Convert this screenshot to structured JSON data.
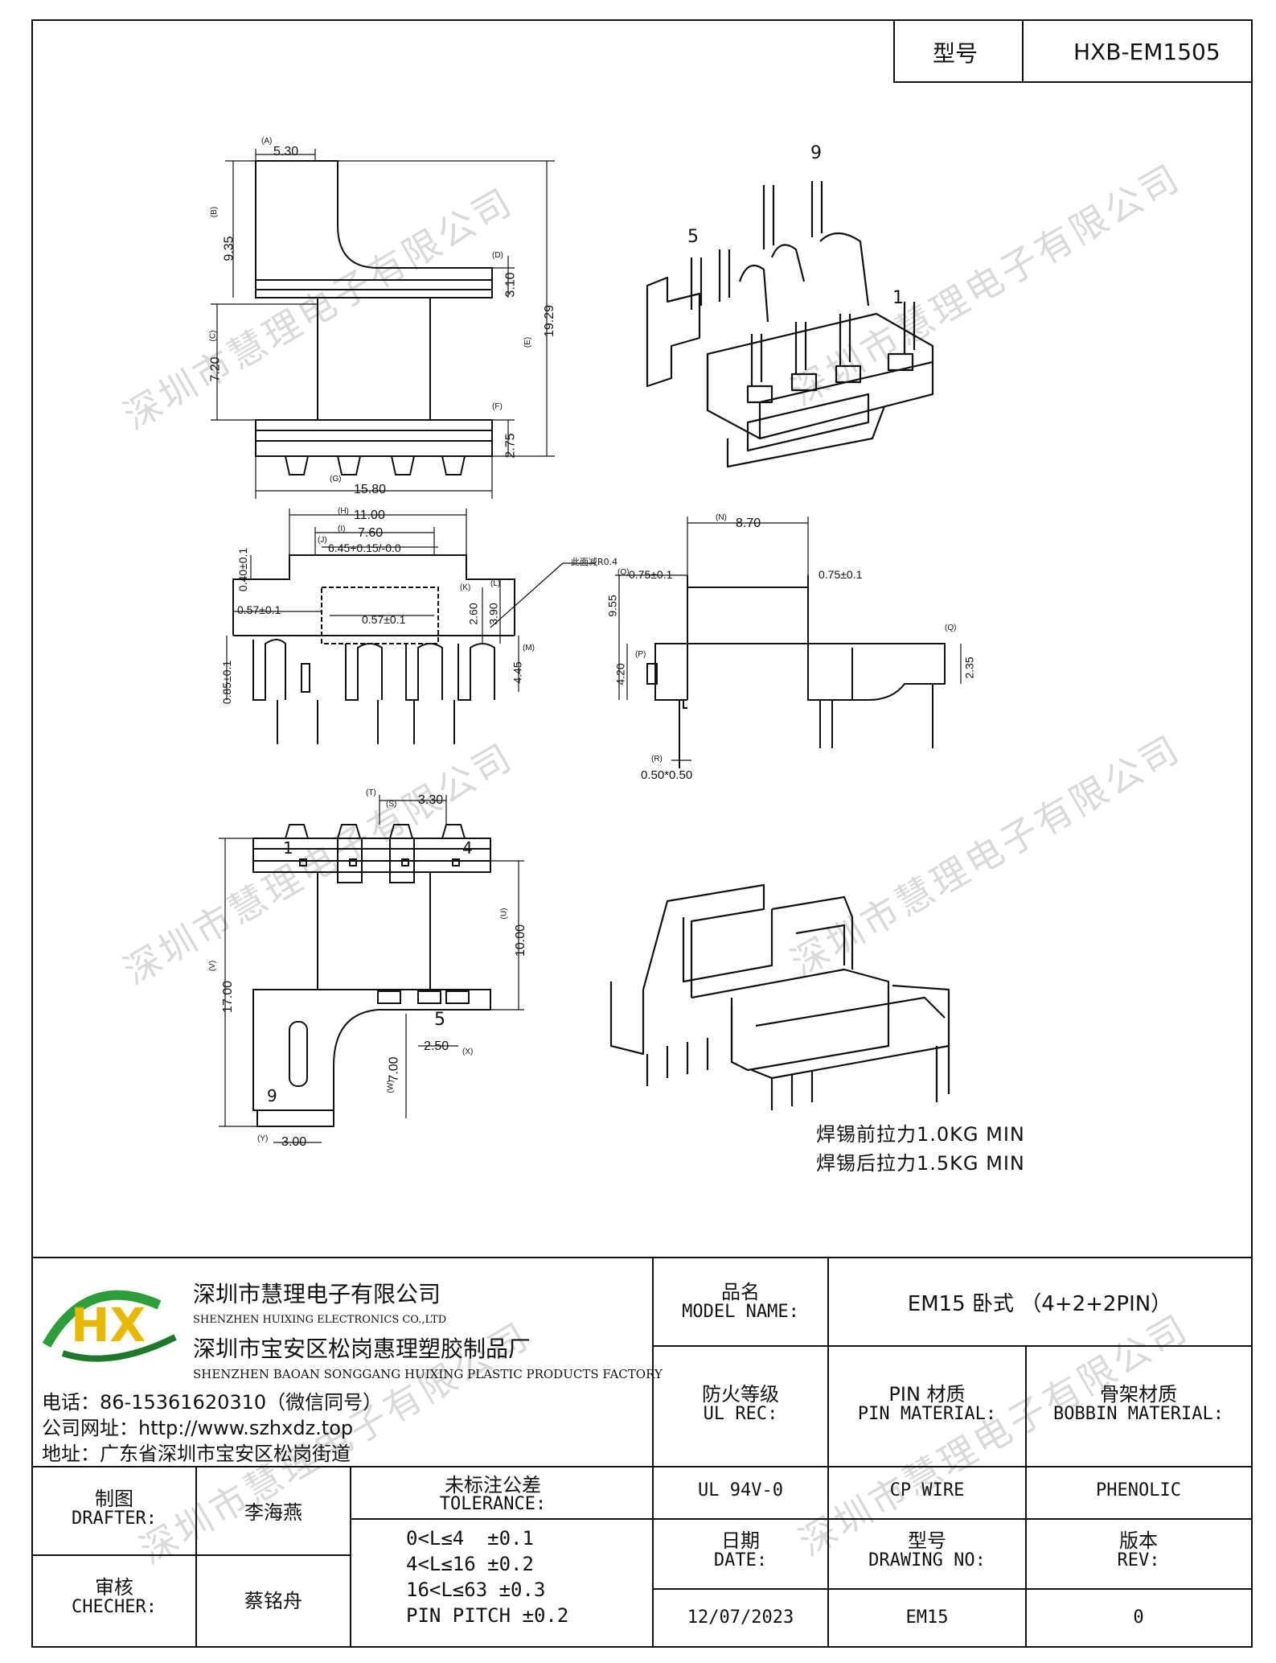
{
  "title_block": {
    "model_label": "型号",
    "model_value": "HXB-EM1505"
  },
  "company": {
    "name_cn": "深圳市慧理电子有限公司",
    "name_en": "SHENZHEN HUIXING ELECTRONICS CO.,LTD",
    "factory_cn": "深圳市宝安区松岗惠理塑胶制品厂",
    "factory_en": "SHENZHEN BAOAN SONGGANG HUIXING PLASTIC PRODUCTS FACTORY",
    "phone": "电话：86-15361620310（微信同号）",
    "website": "公司网址：http://www.szhxdz.top",
    "address": "地址：广东省深圳市宝安区松岗街道",
    "watermark": "深圳市慧理电子有限公司",
    "logo_text": "HX"
  },
  "table": {
    "product_name_cn": "品名",
    "product_name_en": "MODEL NAME:",
    "product_name_value": "EM15 卧式 （4+2+2PIN）",
    "ul_label_cn": "防火等级",
    "ul_label_en": "UL REC:",
    "pin_label_cn": "PIN 材质",
    "pin_label_en": "PIN MATERIAL:",
    "bobbin_label_cn": "骨架材质",
    "bobbin_label_en": "BOBBIN MATERIAL:",
    "ul_value": "UL 94V-0",
    "pin_value": "CP WIRE",
    "bobbin_value": "PHENOLIC",
    "date_label_cn": "日期",
    "date_label_en": "DATE:",
    "drawing_label_cn": "型号",
    "drawing_label_en": "DRAWING NO:",
    "rev_label_cn": "版本",
    "rev_label_en": "REV:",
    "date_value": "12/07/2023",
    "drawing_value": "EM15",
    "rev_value": "0",
    "drafter_cn": "制图",
    "drafter_en": "DRAFTER:",
    "drafter_name": "李海燕",
    "checker_cn": "审核",
    "checker_en": "CHECHER:",
    "checker_name": "蔡铭舟",
    "tolerance_cn": "未标注公差",
    "tolerance_en": "TOLERANCE:",
    "tolerances": [
      "0<L≤4  ±0.1",
      "4<L≤16 ±0.2",
      "16<L≤63 ±0.3",
      "PIN PITCH ±0.2"
    ]
  },
  "notes": {
    "pull_before": "焊锡前拉力1.0KG MIN",
    "pull_after": "焊锡后拉力1.5KG MIN"
  },
  "iso_top": {
    "pin_9": "9",
    "pin_5": "5",
    "pin_1": "1"
  },
  "front_view": {
    "d_top": "5.30",
    "d_left": "9.35",
    "d_shoulder": "3.10",
    "d_total": "19.29",
    "d_mid": "7.20",
    "d_base": "2.75",
    "d_width": "15.80",
    "c_a": "(A)",
    "c_b": "(B)",
    "c_c": "(C)",
    "c_d": "(D)",
    "c_e": "(E)",
    "c_f": "(F)",
    "c_g": "(G)"
  },
  "side_view": {
    "d_11": "11.00",
    "d_76": "7.60",
    "d_645": "6.45+0.15/-0.0",
    "d_040": "0.40±0.1",
    "d_057a": "0.57±0.1",
    "d_057b": "0.57±0.1",
    "d_260": "2.60",
    "d_390": "3.90",
    "d_445": "4.45",
    "d_085": "0.85±0.1",
    "note_r": "此面减R0.4",
    "c_h": "(H)",
    "c_i": "(I)",
    "c_j": "(J)",
    "c_k": "(K)",
    "c_l": "(L)",
    "c_m": "(M)"
  },
  "end_view": {
    "d_870": "8.70",
    "d_075a": "0.75±0.1",
    "d_075b": "0.75±0.1",
    "d_955": "9.55",
    "d_420": "4.20",
    "d_235": "2.35",
    "d_pin": "0.50*0.50",
    "c_n": "(N)",
    "c_o": "(O)",
    "c_p": "(P)",
    "c_q": "(Q)",
    "c_r": "(R)"
  },
  "bottom_view": {
    "d_330": "3.30",
    "d_1000": "10.00",
    "d_1700": "17.00",
    "d_700": "7.00",
    "d_250": "2.50",
    "d_300": "3.00",
    "pin_1": "1",
    "pin_4": "4",
    "pin_5": "5",
    "pin_9": "9",
    "c_s": "(S)",
    "c_t": "(T)",
    "c_u": "(U)",
    "c_v": "(V)",
    "c_w": "(W)",
    "c_x": "(X)",
    "c_y": "(Y)"
  }
}
